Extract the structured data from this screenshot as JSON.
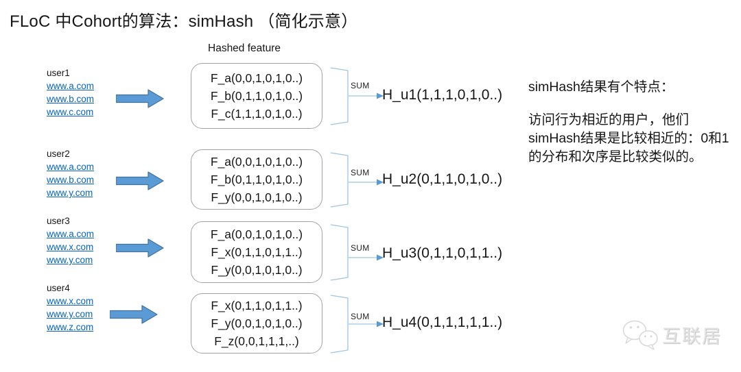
{
  "title": "FLoC 中Cohort的算法：simHash （简化示意）",
  "diagram": {
    "hashed_feature_label": "Hashed feature",
    "groups": [
      {
        "user": "user1",
        "links": [
          "www.a.com",
          "www.b.com",
          "www.c.com"
        ],
        "features": [
          "F_a(0,0,1,0,1,0..)",
          "F_b(0,1,1,0,1,0..)",
          "F_c(1,1,1,0,1,0..)"
        ],
        "sum_label": "SUM",
        "result": "H_u1(1,1,1,0,1,0..)"
      },
      {
        "user": "user2",
        "links": [
          "www.a.com",
          "www.b.com",
          "www.y.com"
        ],
        "features": [
          "F_a(0,0,1,0,1,0..)",
          "F_b(0,1,1,0,1,0..)",
          "F_y(0,0,1,0,1,0..)"
        ],
        "sum_label": "SUM",
        "result": "H_u2(0,1,1,0,1,0..)"
      },
      {
        "user": "user3",
        "links": [
          "www.a.com",
          "www.x.com",
          "www.y.com"
        ],
        "features": [
          "F_a(0,0,1,0,1,0..)",
          "F_x(0,1,1,0,1,1..)",
          "F_y(0,0,1,0,1,0..)"
        ],
        "sum_label": "SUM",
        "result": "H_u3(0,1,1,0,1,1..)"
      },
      {
        "user": "user4",
        "links": [
          "www.x.com",
          "www.y.com",
          "www.z.com"
        ],
        "features": [
          "F_x(0,1,1,0,1,1..)",
          "F_y(0,0,1,0,1,0..)",
          "F_z(0,0,1,1,1,..)"
        ],
        "sum_label": "SUM",
        "result": "H_u4(0,1,1,1,1,1..)"
      }
    ]
  },
  "note": {
    "heading": "simHash结果有个特点：",
    "body_lines": [
      "访问行为相近的用户，他们",
      "simHash结果是比较相近的：0和1",
      "的分布和次序是比较类似的。"
    ]
  },
  "watermark": {
    "text": "互联居",
    "icon": "wechat-bubbles-icon"
  },
  "colors": {
    "link": "#0563C1",
    "arrow_fill": "#5B9BD5",
    "arrow_border": "#41719C",
    "connector": "#9DC3E6",
    "box_border": "#A3A3A3",
    "watermark": "#E3E3E3"
  }
}
